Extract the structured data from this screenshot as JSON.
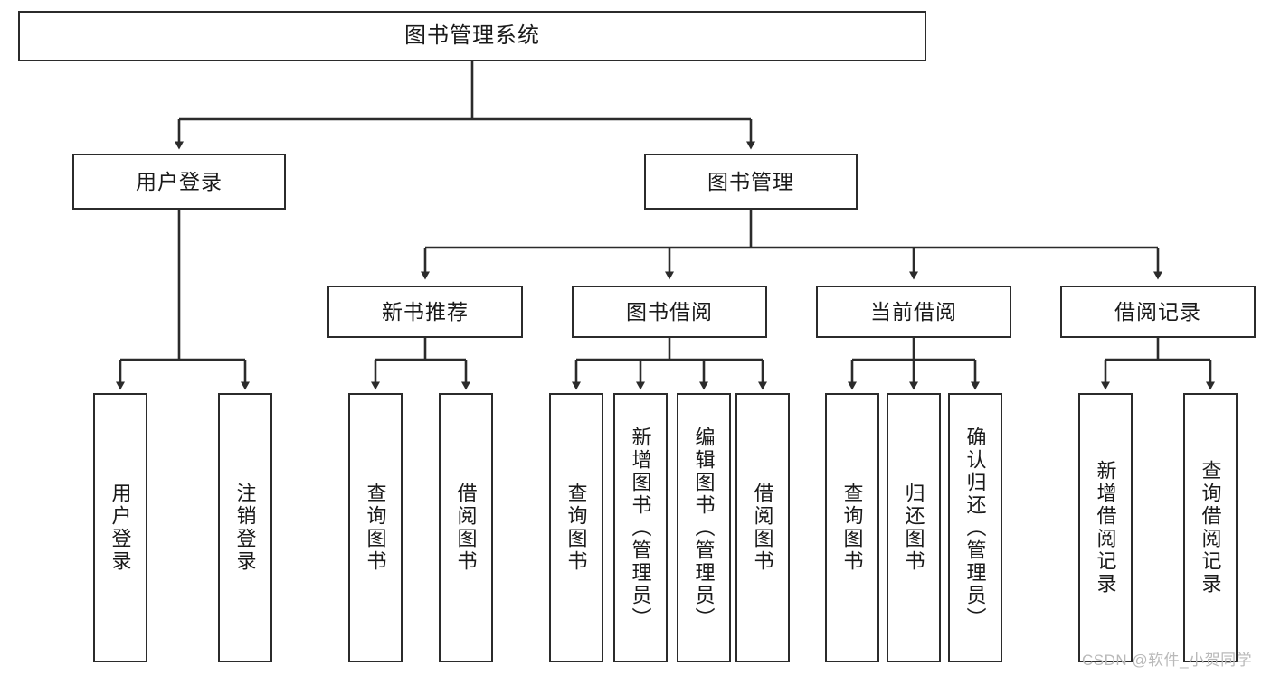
{
  "diagram": {
    "title": "图书管理系统",
    "type": "tree-hierarchy-diagram",
    "colors": {
      "stroke": "#2b2b2b",
      "fill": "#ffffff",
      "text": "#1a1a1a",
      "watermark": "#b9b9b9"
    },
    "root": {
      "label": "图书管理系统"
    },
    "level2": [
      {
        "label": "用户登录"
      },
      {
        "label": "图书管理"
      }
    ],
    "level3": [
      {
        "label": "新书推荐"
      },
      {
        "label": "图书借阅"
      },
      {
        "label": "当前借阅"
      },
      {
        "label": "借阅记录"
      }
    ],
    "leaves": {
      "user_login": [
        {
          "label": "用户登录"
        },
        {
          "label": "注销登录"
        }
      ],
      "new_book": [
        {
          "label": "查询图书"
        },
        {
          "label": "借阅图书"
        }
      ],
      "book_borrow": [
        {
          "label": "查询图书"
        },
        {
          "label": "新增图书（管理员）"
        },
        {
          "label": "编辑图书（管理员）"
        },
        {
          "label": "借阅图书"
        }
      ],
      "current_borrow": [
        {
          "label": "查询图书"
        },
        {
          "label": "归还图书"
        },
        {
          "label": "确认归还（管理员）"
        }
      ],
      "borrow_record": [
        {
          "label": "新增借阅记录"
        },
        {
          "label": "查询借阅记录"
        }
      ]
    }
  },
  "watermark": {
    "text": "CSDN @软件_小贺同学"
  }
}
